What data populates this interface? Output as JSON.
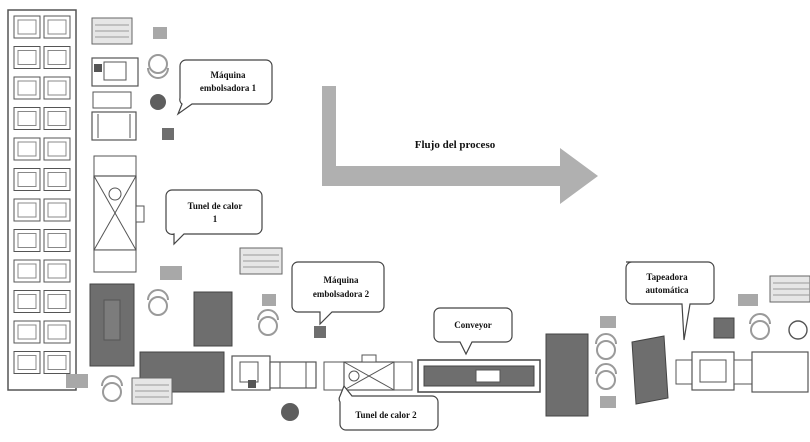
{
  "labels": {
    "maquina1_line1": "Máquina",
    "maquina1_line2": "embolsadora  1",
    "flujo": "Flujo del proceso",
    "tunel1_line1": "Tunel de calor",
    "tunel1_line2": "1",
    "maquina2_line1": "Máquina",
    "maquina2_line2": "embolsadora  2",
    "conveyor": "Conveyor",
    "tapeadora_line1": "Tapeadora",
    "tapeadora_line2": "automática",
    "tunel2": "Tunel de calor 2"
  },
  "colors": {
    "line": "#555555",
    "dark_block": "#6e6e6e",
    "light_block": "#e6e6e6",
    "marker": "#a8a8a8",
    "arrow": "#b0b0b0",
    "operator": "#9a9a9a"
  }
}
